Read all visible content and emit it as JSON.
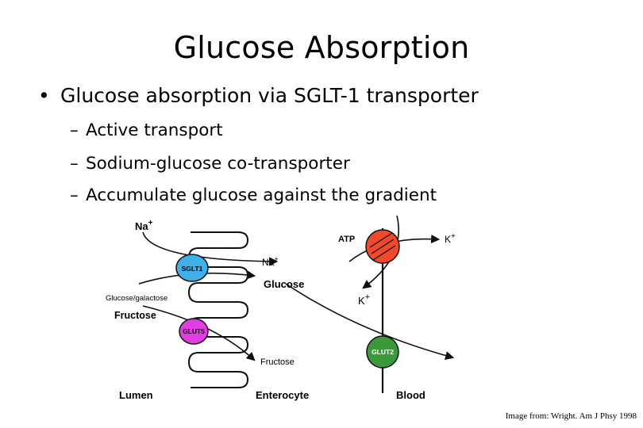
{
  "slide": {
    "title": "Glucose Absorption",
    "bullet": "Glucose absorption via SGLT-1 transporter",
    "bullet_marker": "•",
    "sub_marker": "–",
    "subpoints": [
      "Active transport",
      "Sodium-glucose co-transporter",
      "Accumulate glucose against the gradient"
    ],
    "credit": "Image from: Wright. Am J Phsy 1998"
  },
  "diagram": {
    "regions": {
      "lumen": "Lumen",
      "enterocyte": "Enterocyte",
      "blood": "Blood"
    },
    "transporters": {
      "sglt1": "SGLT1",
      "glut5": "GLUT5",
      "glut2": "GLUT2",
      "atp": "ATP"
    },
    "labels": {
      "na_lumen": "Na",
      "na_cell": "Na",
      "plus": "+",
      "glucose_galactose": "Glucose/galactose",
      "glucose_cell": "Glucose",
      "fructose_lumen": "Fructose",
      "fructose_cell": "Fructose",
      "k_blood": "K",
      "k_cell": "K"
    },
    "colors": {
      "sglt1": "#3fb0e8",
      "glut5": "#e03ee0",
      "glut2": "#3a9a3a",
      "atp_pump": "#f04a2a",
      "line": "#111111"
    }
  }
}
